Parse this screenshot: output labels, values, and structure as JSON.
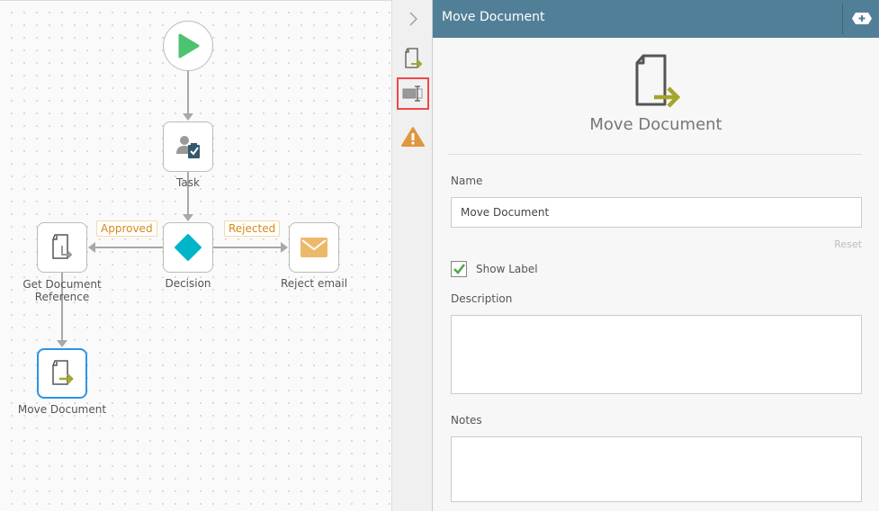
{
  "workflow": {
    "nodes": {
      "task": "Task",
      "decision": "Decision",
      "get_doc": "Get Document Reference",
      "reject": "Reject email",
      "move": "Move Document"
    },
    "edges": {
      "approved": "Approved",
      "rejected": "Rejected"
    }
  },
  "panel": {
    "header_title": "Move Document",
    "title": "Move Document",
    "name_label": "Name",
    "name_value": "Move Document",
    "reset": "Reset",
    "show_label": "Show Label",
    "show_label_checked": true,
    "description_label": "Description",
    "description_value": "",
    "notes_label": "Notes",
    "notes_value": ""
  },
  "colors": {
    "header": "#527f98",
    "accent": "#a5a52a",
    "selected": "#2b95e6",
    "warning": "#e0963c"
  }
}
